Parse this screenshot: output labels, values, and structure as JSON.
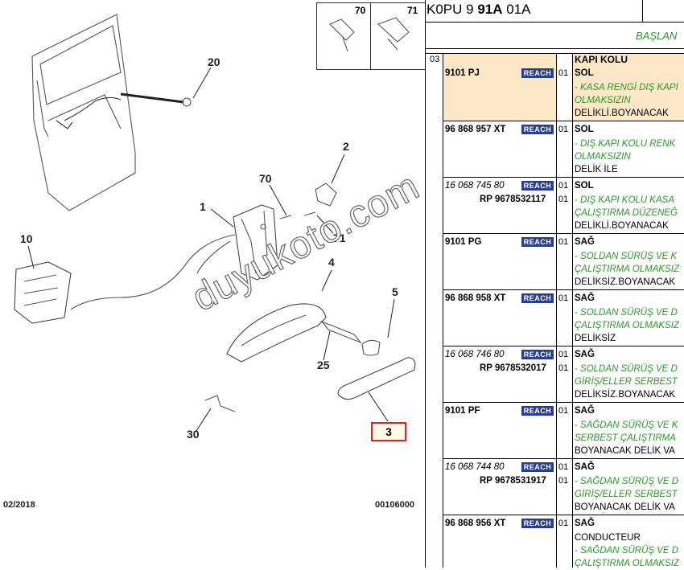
{
  "diagram": {
    "callouts": [
      {
        "id": "c20",
        "label": "20"
      },
      {
        "id": "c2",
        "label": "2"
      },
      {
        "id": "c70",
        "label": "70"
      },
      {
        "id": "c1",
        "label": "1"
      },
      {
        "id": "c71",
        "label": "71"
      },
      {
        "id": "c10",
        "label": "10"
      },
      {
        "id": "c4",
        "label": "4"
      },
      {
        "id": "c5",
        "label": "5"
      },
      {
        "id": "c25",
        "label": "25"
      },
      {
        "id": "c30",
        "label": "30"
      },
      {
        "id": "c3",
        "label": "3"
      }
    ],
    "inset_labels": [
      "70",
      "71"
    ],
    "footer_date": "02/2018",
    "footer_code": "00106000",
    "watermark": "duyukoto.com"
  },
  "panel": {
    "code_prefix": "K0PU 9 ",
    "code_bold": "91A",
    "code_suffix": " 01A",
    "baslan": "BAŞLAN",
    "section_no": "03",
    "title": "KAPI KOLU",
    "reach_label": "REACH",
    "entries": [
      {
        "pn": "9101 PJ",
        "alt": false,
        "qty": "01",
        "side": "SOL",
        "lines": [
          {
            "t": "- KASA RENGİ DIŞ KAPI",
            "g": true
          },
          {
            "t": "OLMAKSIZIN",
            "g": true
          },
          {
            "t": "DELİKLİ.BOYANACAK",
            "g": false
          }
        ]
      },
      {
        "pn": "96 868 957 XT",
        "alt": false,
        "qty": "01",
        "side": "SOL",
        "lines": [
          {
            "t": "- DIŞ KAPI KOLU RENK",
            "g": true
          },
          {
            "t": "OLMAKSIZIN",
            "g": true
          },
          {
            "t": "DELİK İLE",
            "g": false
          }
        ]
      },
      {
        "pn": "16 068 745 80",
        "alt": true,
        "rp": "RP 9678532117",
        "qty": "01",
        "qty2": "01",
        "side": "SOL",
        "lines": [
          {
            "t": "- DIŞ KAPI KOLU KASA",
            "g": true
          },
          {
            "t": "ÇALIŞTIRMA DÜZENEĞ",
            "g": true
          },
          {
            "t": "DELİKLİ.BOYANACAK",
            "g": false
          }
        ]
      },
      {
        "pn": "9101 PG",
        "alt": false,
        "qty": "01",
        "side": "SAĞ",
        "lines": [
          {
            "t": "- SOLDAN SÜRÜŞ VE K",
            "g": true
          },
          {
            "t": "ÇALIŞTIRMA OLMAKSIZ",
            "g": true
          },
          {
            "t": "DELİKSİZ.BOYANACAK",
            "g": false
          }
        ]
      },
      {
        "pn": "96 868 958 XT",
        "alt": false,
        "qty": "01",
        "side": "SAĞ",
        "lines": [
          {
            "t": "- SOLDAN SÜRÜŞ VE D",
            "g": true
          },
          {
            "t": "ÇALIŞTIRMA OLMAKSIZ",
            "g": true
          },
          {
            "t": "DELİKSİZ",
            "g": false
          }
        ]
      },
      {
        "pn": "16 068 746 80",
        "alt": true,
        "rp": "RP 9678532017",
        "qty": "01",
        "qty2": "01",
        "side": "SAĞ",
        "lines": [
          {
            "t": "- SOLDAN SÜRÜŞ VE D",
            "g": true
          },
          {
            "t": "GİRİŞ/ELLER SERBEST",
            "g": true
          },
          {
            "t": "DELİKSİZ.BOYANACAK",
            "g": false
          }
        ]
      },
      {
        "pn": "9101 PF",
        "alt": false,
        "qty": "01",
        "side": "SAĞ",
        "lines": [
          {
            "t": "- SAĞDAN SÜRÜŞ VE K",
            "g": true
          },
          {
            "t": "SERBEST ÇALIŞTIRMA",
            "g": true
          },
          {
            "t": "BOYANACAK DELİK VA",
            "g": false
          }
        ]
      },
      {
        "pn": "16 068 744 80",
        "alt": true,
        "rp": "RP 9678531917",
        "qty": "01",
        "qty2": "01",
        "side": "SAĞ",
        "lines": [
          {
            "t": "- SAĞDAN SÜRÜŞ VE D",
            "g": true
          },
          {
            "t": "GİRİŞ/ELLER SERBEST",
            "g": true
          },
          {
            "t": "BOYANACAK DELİK VA",
            "g": false
          }
        ]
      },
      {
        "pn": "96 868 956 XT",
        "alt": false,
        "qty": "01",
        "side": "SAĞ",
        "lines": [
          {
            "t": "CONDUCTEUR",
            "g": false
          },
          {
            "t": "- SAĞDAN SÜRÜŞ VE D",
            "g": true
          },
          {
            "t": "ÇALIŞTIRMA OLMAKSIZ",
            "g": true
          }
        ]
      }
    ]
  }
}
